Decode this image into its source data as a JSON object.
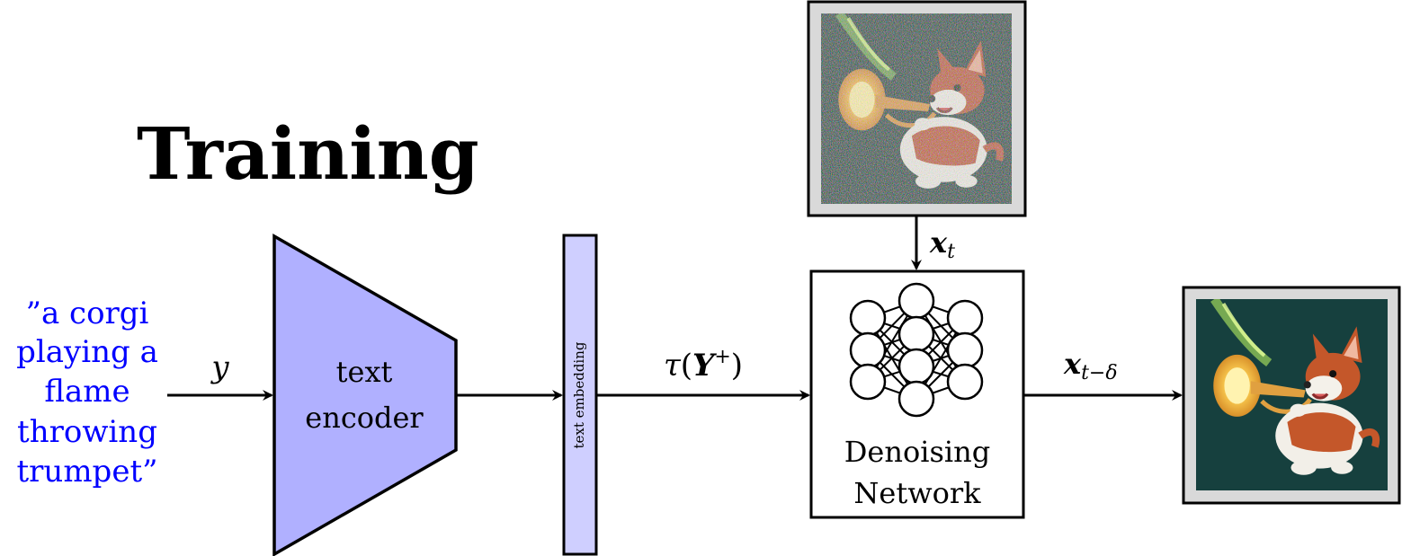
{
  "title": "Training",
  "prompt": {
    "lines": [
      "”a corgi",
      "playing a",
      "flame",
      "throwing",
      "trumpet”"
    ],
    "color": "#0000ff"
  },
  "labels": {
    "y": "y",
    "encoder_line1": "text",
    "encoder_line2": "encoder",
    "embedding": "text embedding",
    "tau": "τ",
    "tau_arg_open": "(",
    "tau_Y": "Y",
    "tau_plus": "+",
    "tau_arg_close": ")",
    "xt_x": "x",
    "xt_sub": "t",
    "xtd_x": "x",
    "xtd_sub": "t−δ",
    "denoise_line1": "Denoising",
    "denoise_line2": "Network"
  },
  "images": {
    "noisy": "noisy corgi playing flame trumpet",
    "clean": "denoised corgi playing flame trumpet"
  },
  "colors": {
    "encoder_fill": "#b0b0ff",
    "embedding_fill": "#cfcfff",
    "frame_fill": "#d9d9d9",
    "image_bg": "#16403e",
    "stroke": "#000000"
  }
}
